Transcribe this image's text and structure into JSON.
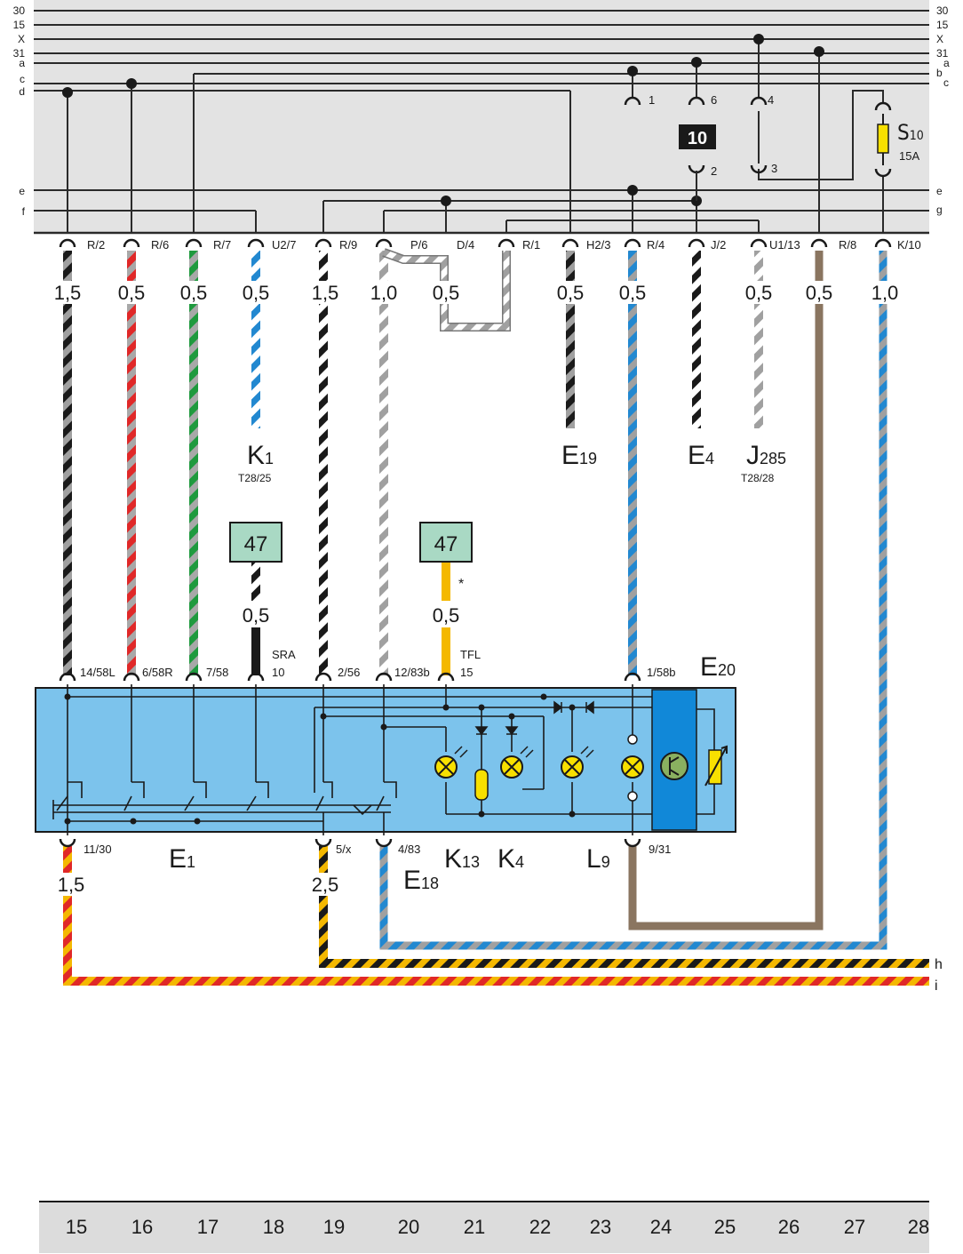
{
  "bus_labels_left": [
    "30",
    "15",
    "X",
    "31",
    "a",
    "c",
    "d",
    "e",
    "f"
  ],
  "bus_labels_right": [
    "30",
    "15",
    "X",
    "31",
    "a",
    "b",
    "c",
    "e",
    "g"
  ],
  "connections": [
    {
      "label": "R/2",
      "gauge": "1,5"
    },
    {
      "label": "R/6",
      "gauge": "0,5"
    },
    {
      "label": "R/7",
      "gauge": "0,5"
    },
    {
      "label": "U2/7",
      "gauge": "0,5"
    },
    {
      "label": "R/9",
      "gauge": "1,5"
    },
    {
      "label": "P/6",
      "gauge": "1,0"
    },
    {
      "label": "D/4",
      "gauge": "0,5"
    },
    {
      "label": "R/1",
      "gauge": ""
    },
    {
      "label": "H2/3",
      "gauge": "0,5"
    },
    {
      "label": "R/4",
      "gauge": "0,5"
    },
    {
      "label": "J/2",
      "gauge": ""
    },
    {
      "label": "U1/13",
      "gauge": "0,5"
    },
    {
      "label": "R/8",
      "gauge": "0,5"
    },
    {
      "label": "K/10",
      "gauge": "1,0"
    }
  ],
  "top_pins": [
    {
      "num": "1"
    },
    {
      "num": "6"
    },
    {
      "num": "4"
    },
    {
      "num": "2"
    },
    {
      "num": "3"
    }
  ],
  "relay_box": "10",
  "fuse": {
    "name": "S",
    "sub": "10",
    "rating": "15A"
  },
  "destinations": [
    {
      "name": "K",
      "sub": "1",
      "ref": "T28/25"
    },
    {
      "name": "E",
      "sub": "19",
      "ref": ""
    },
    {
      "name": "E",
      "sub": "4",
      "ref": ""
    },
    {
      "name": "J",
      "sub": "285",
      "ref": "T28/28"
    }
  ],
  "ground_boxes": [
    {
      "num": "47",
      "gauge": "0,5",
      "pin_name": "SRA",
      "pin_num": "10",
      "note": ""
    },
    {
      "num": "47",
      "gauge": "0,5",
      "pin_name": "TFL",
      "pin_num": "15",
      "note": "*"
    }
  ],
  "switch_top_pins": [
    "14/58L",
    "6/58R",
    "7/58",
    "2/56",
    "12/83b",
    "1/58b"
  ],
  "switch_bottom_pins": [
    "11/30",
    "5/x",
    "4/83",
    "9/31"
  ],
  "bottom_gauges": [
    "1,5",
    "2,5"
  ],
  "components": [
    {
      "name": "E",
      "sub": "20"
    },
    {
      "name": "E",
      "sub": "1"
    },
    {
      "name": "E",
      "sub": "18"
    },
    {
      "name": "K",
      "sub": "13"
    },
    {
      "name": "K",
      "sub": "4"
    },
    {
      "name": "L",
      "sub": "9"
    }
  ],
  "outputs": [
    "h",
    "i"
  ],
  "footer_numbers": [
    "15",
    "16",
    "17",
    "18",
    "19",
    "20",
    "21",
    "22",
    "23",
    "24",
    "25",
    "26",
    "27",
    "28"
  ],
  "colors": {
    "panel": "#e3e3e3",
    "component": "#7cc3ec",
    "dimmer": "#1188d8",
    "ground_box": "#a9d9c4",
    "black": "#1a1a1a",
    "grey": "#a0a0a0",
    "red": "#e02828",
    "green": "#1f9a3e",
    "blue": "#2288d0",
    "white": "#ffffff",
    "yellow": "#f4b800",
    "brown": "#8a7560",
    "lamp": "#f8e000"
  }
}
